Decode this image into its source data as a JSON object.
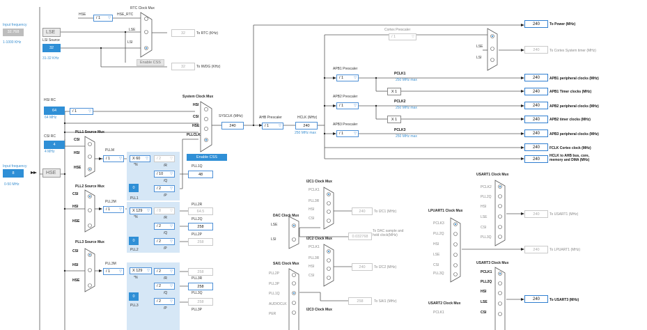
{
  "left": {
    "input_frequency_label": "Input frequency",
    "lse_freq_value": "32.768",
    "lse_range": "1-1000 KHz",
    "lse_label": "LSE",
    "lsi_source_label": "LSI Source",
    "lsi_value": "32",
    "lsi_range": "31-32 KHz",
    "hsi_rc_label": "HSI RC",
    "hsi_value": "64",
    "hsi_freq": "64 MHz",
    "csi_rc_label": "CSI RC",
    "csi_value": "4",
    "csi_freq": "4 MHz",
    "hse_label": "HSE",
    "hse_input_label": "Input frequency",
    "hse_value": "8",
    "hse_range": "0-50 MHz"
  },
  "rtc": {
    "title": "RTC Clock Mux",
    "hse_label": "HSE",
    "div": "/ 1",
    "hse_rtc_label": "HSE_RTC",
    "lse_label": "LSE",
    "lsi_label": "LSI",
    "out_value": "32",
    "out_label": "To RTC (KHz)",
    "enable_css": "Enable CSS",
    "iwdg_value": "32",
    "iwdg_label": "To IWDG (KHz)"
  },
  "sysclk": {
    "hsi_div": "/ 1",
    "mux_title": "System Clock Mux",
    "hsi": "HSI",
    "csi": "CSI",
    "hse": "HSE",
    "pllclk": "PLLCLK",
    "enable_css": "Enable CSS",
    "sysclk_label": "SYSCLK (MHz)",
    "sysclk_value": "240",
    "ahb_label": "AHB Prescaler",
    "ahb_div": "/ 1",
    "hclk_label": "HCLK (MHz)",
    "hclk_value": "240",
    "hclk_max": "250 MHz max"
  },
  "pll1": {
    "src_title": "PLL1 Source Mux",
    "csi": "CSI",
    "hsi": "HSI",
    "hse": "HSE",
    "pllm_label": "PLLM",
    "pllm_div": "/ 1",
    "n_mul": "X 60",
    "n_label": "*N",
    "r_div": "/ 2",
    "r_label": "/R",
    "q_div": "/ 10",
    "q_label": "/Q",
    "p_div": "/ 2",
    "p_label": "/P",
    "frac_value": "0",
    "name": "PLL1",
    "q_out_label": "PLL1Q",
    "q_out_value": "48"
  },
  "pll2": {
    "src_title": "PLL2 Source Mux",
    "csi": "CSI",
    "hsi": "HSI",
    "hse": "HSE",
    "m_label": "PLL2M",
    "m_div": "/ 1",
    "n_mul": "X 129",
    "n_label": "*N",
    "r_div": "/ 8",
    "r_label": "/R",
    "q_div": "/ 2",
    "q_label": "/Q",
    "p_div": "/ 2",
    "p_label": "/P",
    "frac_value": "0",
    "name": "PLL2",
    "r_out_label": "PLL2R",
    "r_out_value": "64.5",
    "q_out_label": "PLL2Q",
    "q_out_value": "258",
    "p_out_label": "PLL2P",
    "p_out_value": "258"
  },
  "pll3": {
    "src_title": "PLL3 Source Mux",
    "csi": "CSI",
    "hsi": "HSI",
    "hse": "HSE",
    "m_label": "PLL3M",
    "m_div": "/ 1",
    "n_mul": "X 129",
    "n_label": "*N",
    "r_div": "/ 2",
    "r_label": "/R",
    "q_div": "/ 2",
    "q_label": "/Q",
    "p_div": "/ 2",
    "p_label": "/P",
    "frac_value": "0",
    "name": "PLL3",
    "r_out_label": "PLL3R",
    "r_out_value": "258",
    "q_out_label": "PLL3Q",
    "q_out_value": "258",
    "p_out_label": "PLL3P",
    "p_out_value": "258"
  },
  "right": {
    "power_value": "240",
    "power_label": "To Power (MHz)",
    "cortex_prescaler": "Cortex Prescaler",
    "cortex_div": "/ 1",
    "lse": "LSE",
    "lsi": "LSI",
    "systimer_value": "240",
    "systimer_label": "To Cortex System timer (MHz)",
    "apb1_prescaler": "APB1 Prescaler",
    "apb1_div": "/ 1",
    "pclk1": "PCLK1",
    "pclk1_max": "250 MHz max",
    "apb1_periph_value": "240",
    "apb1_periph_label": "APB1 peripheral clocks (MHz)",
    "apb1_x": "X 1",
    "apb1_timer_value": "240",
    "apb1_timer_label": "APB1 Timer clocks (MHz)",
    "apb2_prescaler": "APB2 Prescaler",
    "apb2_div": "/ 1",
    "pclk2": "PCLK2",
    "pclk2_max": "250 MHz max",
    "apb2_periph_value": "240",
    "apb2_periph_label": "APB2 peripheral clocks (MHz)",
    "apb2_x": "X 1",
    "apb2_timer_value": "240",
    "apb2_timer_label": "APB2 timer clocks (MHz)",
    "apb3_prescaler": "APB3 Prescaler",
    "apb3_div": "/ 1",
    "pclk3": "PCLK3",
    "pclk3_max": "250 MHz max",
    "apb3_periph_value": "240",
    "apb3_periph_label": "APB3 peripheral clocks (MHz)",
    "fclk_value": "240",
    "fclk_label": "FCLK Cortex clock (MHz)",
    "hclk_ahb_value": "240",
    "hclk_ahb_label": "HCLK to AHB bus, core, memory and DMA (MHz)"
  },
  "periph": {
    "i2c1_title": "I2C1 Clock Mux",
    "i2c1_in": [
      "PCLK1",
      "PLL3R",
      "HSI",
      "CSI"
    ],
    "i2c1_value": "240",
    "i2c1_label": "To I2C1 (MHz)",
    "dac_title": "DAC Clock Mux",
    "dac_in": [
      "LSE",
      "LSI"
    ],
    "dac_value": "0.032768",
    "dac_label": "To DAC sample and hold clock(MHz)",
    "i2c2_title": "I2C2 Clock Mux",
    "i2c2_in": [
      "PCLK1",
      "PLL3R",
      "HSI",
      "CSI"
    ],
    "i2c2_value": "240",
    "i2c2_label": "To I2C2 (MHz)",
    "sai1_title": "SAI1 Clock Mux",
    "sai1_in": [
      "PLL2P",
      "PLL3P",
      "PLL1Q",
      "AUDIOCLK",
      "PER"
    ],
    "sai1_value": "258",
    "sai1_label": "To SAI1 (MHz)",
    "i2c3_title": "I2C3 Clock Mux",
    "lpuart1_title": "LPUART1 Clock Mux",
    "lpuart1_in": [
      "PCLK3",
      "PLL2Q",
      "HSI",
      "LSE",
      "CSI",
      "PLL3Q"
    ],
    "lpuart1_value": "240",
    "lpuart1_label": "To LPUART1 (MHz)",
    "usart1_title": "USART1 Clock Mux",
    "usart1_in": [
      "PCLK2",
      "PLL2Q",
      "HSI",
      "LSE",
      "CSI",
      "PLL3Q"
    ],
    "usart1_value": "240",
    "usart1_label": "To USART1 (MHz)",
    "usart3_title": "USART3 Clock Mux",
    "usart3_in": [
      "PCLK1",
      "PLL2Q",
      "HSI",
      "LSE",
      "CSI"
    ],
    "usart3_value": "240",
    "usart3_label": "To USART3 (MHz)",
    "usart2_title": "USART2 Clock Mux",
    "usart2_in": [
      "PCLK1"
    ]
  }
}
